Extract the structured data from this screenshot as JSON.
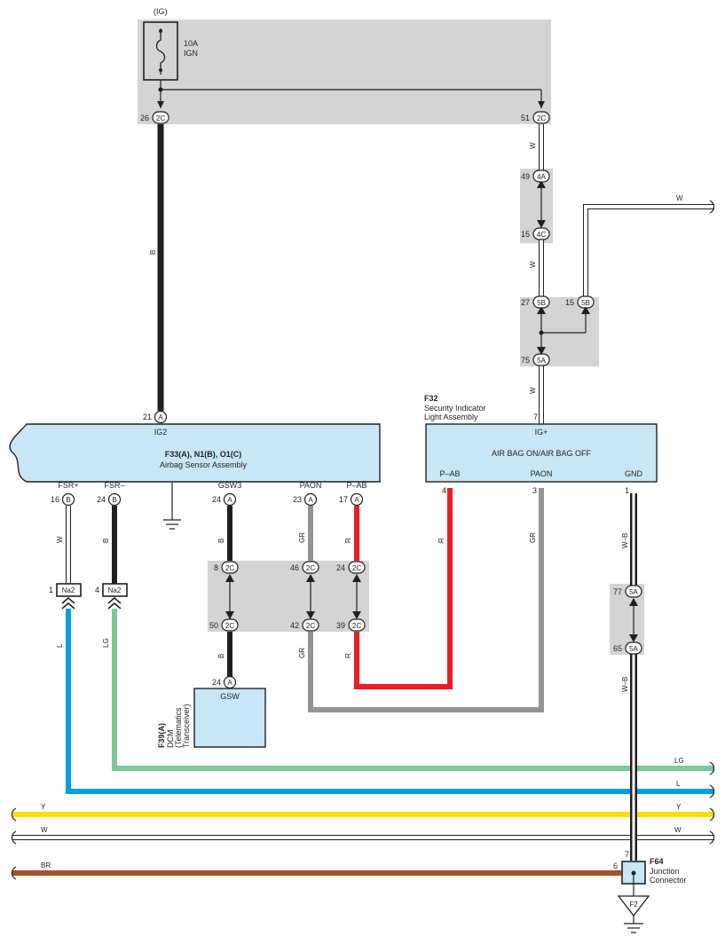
{
  "fuse": {
    "source": "(IG)",
    "rating": "10A",
    "name": "IGN"
  },
  "airbag_assembly": {
    "codes": "F33(A), N1(B), O1(C)",
    "name": "Airbag Sensor Assembly",
    "pin_top": "IG2",
    "pins": [
      "FSR+",
      "FSR–",
      "GSW3",
      "PAON",
      "P–AB"
    ]
  },
  "security_light": {
    "code": "F32",
    "name_line1": "Security Indicator",
    "name_line2": "Light Assembly",
    "label": "AIR BAG ON/AIR BAG OFF",
    "pin_top": "IG+",
    "pins": [
      "P–AB",
      "PAON",
      "GND"
    ]
  },
  "dcm": {
    "code": "F39(A)",
    "name_line1": "DCM",
    "name_line2": "(Telematics",
    "name_line3": "Transceiver)",
    "pin_label": "GSW"
  },
  "junction": {
    "code": "F64",
    "name_line1": "Junction",
    "name_line2": "Connector",
    "ground": "F2"
  },
  "connectors": {
    "c26": {
      "num": "26",
      "code": "2C"
    },
    "c51": {
      "num": "51",
      "code": "2C"
    },
    "c49": {
      "num": "49",
      "code": "4A"
    },
    "c15a": {
      "num": "15",
      "code": "4C"
    },
    "c27": {
      "num": "27",
      "code": "5B"
    },
    "c15b": {
      "num": "15",
      "code": "5B"
    },
    "c75": {
      "num": "75",
      "code": "5A"
    },
    "c21": {
      "num": "21",
      "code": "A"
    },
    "c7a": {
      "num": "7",
      "code": ""
    },
    "c16": {
      "num": "16",
      "code": "B"
    },
    "c24b": {
      "num": "24",
      "code": "B"
    },
    "c24a": {
      "num": "24",
      "code": "A"
    },
    "c23": {
      "num": "23",
      "code": "A"
    },
    "c17": {
      "num": "17",
      "code": "A"
    },
    "c4": {
      "num": "4",
      "code": ""
    },
    "c3": {
      "num": "3",
      "code": ""
    },
    "c1": {
      "num": "1",
      "code": ""
    },
    "c8": {
      "num": "8",
      "code": "2C"
    },
    "c46": {
      "num": "46",
      "code": "2C"
    },
    "c24c": {
      "num": "24",
      "code": "2C"
    },
    "c50": {
      "num": "50",
      "code": "2C"
    },
    "c42": {
      "num": "42",
      "code": "2C"
    },
    "c39": {
      "num": "39",
      "code": "2C"
    },
    "c77": {
      "num": "77",
      "code": "5A"
    },
    "c65": {
      "num": "65",
      "code": "5A"
    },
    "c24d": {
      "num": "24",
      "code": "A"
    },
    "na1": {
      "num": "1",
      "code": "Na2"
    },
    "na4": {
      "num": "4",
      "code": "Na2"
    },
    "c7b": {
      "num": "7",
      "code": ""
    },
    "c6": {
      "num": "6",
      "code": ""
    }
  },
  "wire_labels": {
    "ig_b": "B",
    "w1": "W",
    "w2": "W",
    "w3": "W",
    "w_right": "W",
    "fsrp": "W",
    "fsrm": "B",
    "gsw3": "B",
    "paon": "GR",
    "pab": "R",
    "pab_lower": "R",
    "paon_lower": "GR",
    "gsw_lower": "B",
    "r_vertical": "R",
    "gr_vertical": "GR",
    "gnd_upper": "W–B",
    "gnd_lower": "W–B",
    "l": "L",
    "lg": "LG",
    "l_right": "L",
    "lg_right": "LG",
    "y_left": "Y",
    "y_right": "Y",
    "w_left": "W",
    "w_right2": "W",
    "br": "BR"
  },
  "colors": {
    "B": "#231f20",
    "W": "#ffffff",
    "R": "#ed1c24",
    "GR": "#929497",
    "L": "#00a0e3",
    "LG": "#7dc79b",
    "Y": "#ffdc00",
    "BR": "#a0522d",
    "shade": "#d4d4d5",
    "component": "#c8e6f5"
  }
}
